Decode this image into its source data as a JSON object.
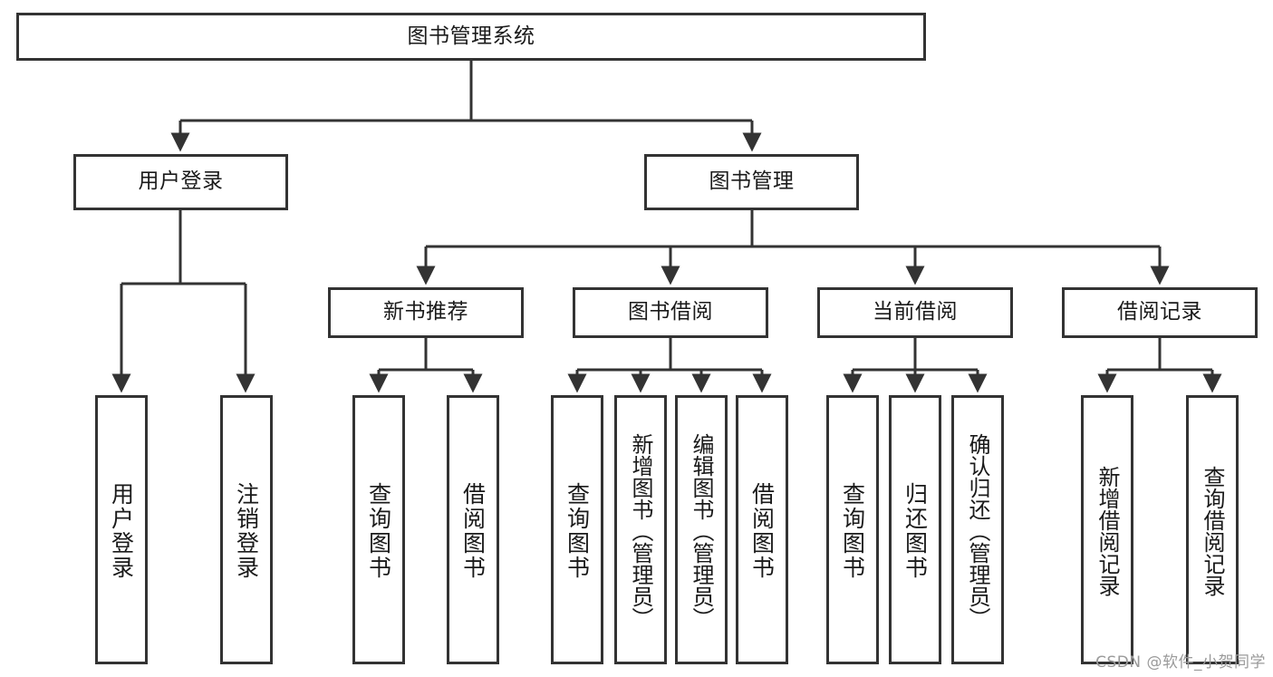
{
  "diagram": {
    "title": "图书管理系统",
    "type": "tree-hierarchy",
    "colors": {
      "stroke": "#333333",
      "fill": "#ffffff",
      "text": "#1a1a1a",
      "background": "#ffffff",
      "watermark": "#9a9a9a"
    },
    "watermark": "CSDN @软件_小贺同学",
    "nodes": {
      "root": "图书管理系统",
      "level2": [
        {
          "id": "user-login",
          "label": "用户登录"
        },
        {
          "id": "book-manage",
          "label": "图书管理"
        }
      ],
      "level3": [
        {
          "id": "new-book-recommend",
          "label": "新书推荐"
        },
        {
          "id": "book-borrow",
          "label": "图书借阅"
        },
        {
          "id": "current-borrow",
          "label": "当前借阅"
        },
        {
          "id": "borrow-record",
          "label": "借阅记录"
        }
      ],
      "leaves": {
        "user-login": [
          {
            "id": "leaf-user-login",
            "label": "用户登录"
          },
          {
            "id": "leaf-user-logout",
            "label": "注销登录"
          }
        ],
        "new-book-recommend": [
          {
            "id": "leaf-query-book-1",
            "label": "查询图书"
          },
          {
            "id": "leaf-borrow-book-1",
            "label": "借阅图书"
          }
        ],
        "book-borrow": [
          {
            "id": "leaf-query-book-2",
            "label": "查询图书"
          },
          {
            "id": "leaf-add-book",
            "label": "新增图书（管理员）"
          },
          {
            "id": "leaf-edit-book",
            "label": "编辑图书（管理员）"
          },
          {
            "id": "leaf-borrow-book-2",
            "label": "借阅图书"
          }
        ],
        "current-borrow": [
          {
            "id": "leaf-query-book-3",
            "label": "查询图书"
          },
          {
            "id": "leaf-return-book",
            "label": "归还图书"
          },
          {
            "id": "leaf-confirm-return",
            "label": "确认归还（管理员）"
          }
        ],
        "borrow-record": [
          {
            "id": "leaf-add-record",
            "label": "新增借阅记录"
          },
          {
            "id": "leaf-query-record",
            "label": "查询借阅记录"
          }
        ]
      }
    }
  }
}
